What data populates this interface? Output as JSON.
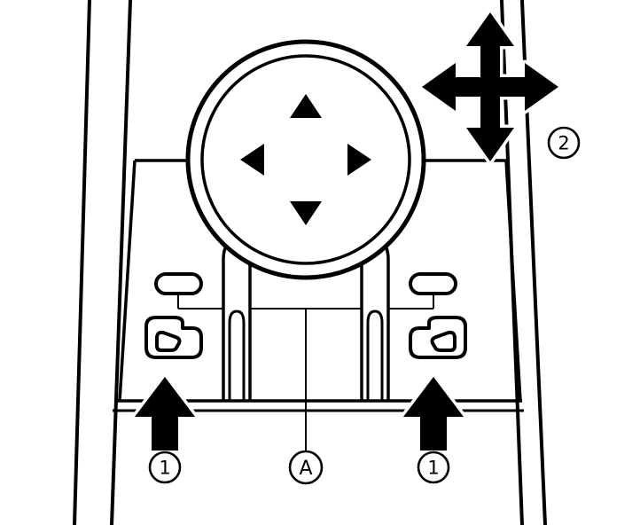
{
  "figure": {
    "callouts": {
      "left_press": "1",
      "right_press": "1",
      "four_way": "2",
      "center": "A"
    },
    "colors": {
      "line": "#000000",
      "background": "#ffffff"
    },
    "icons": [
      "mirror-adjust-dial",
      "dial-up-arrow-icon",
      "dial-down-arrow-icon",
      "dial-left-arrow-icon",
      "dial-right-arrow-icon",
      "mirror-select-left-button",
      "mirror-select-right-button",
      "indicator-lamp-left",
      "indicator-lamp-right",
      "press-arrow-left-icon",
      "press-arrow-right-icon",
      "four-way-arrow-icon"
    ]
  }
}
